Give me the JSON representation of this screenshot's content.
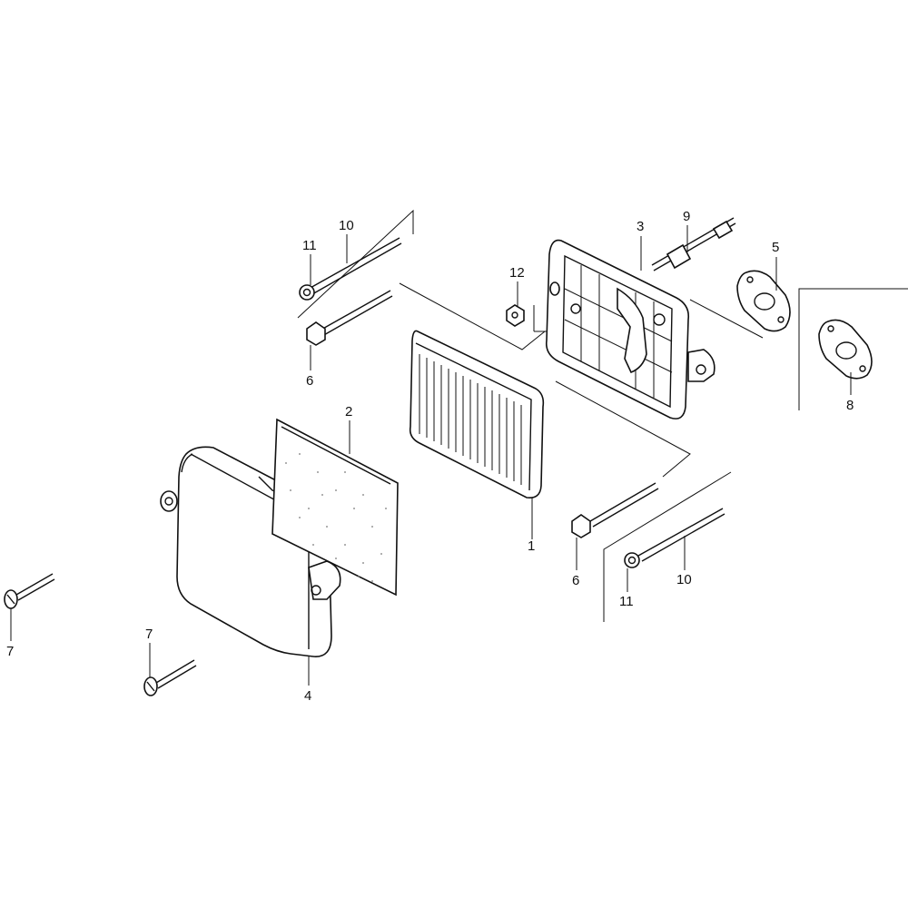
{
  "diagram": {
    "callouts": {
      "p1": "1",
      "p2": "2",
      "p3": "3",
      "p4": "4",
      "p5": "5",
      "p6a": "6",
      "p6b": "6",
      "p7a": "7",
      "p7b": "7",
      "p8": "8",
      "p9": "9",
      "p10a": "10",
      "p10b": "10",
      "p11a": "11",
      "p11b": "11",
      "p12": "12"
    }
  }
}
